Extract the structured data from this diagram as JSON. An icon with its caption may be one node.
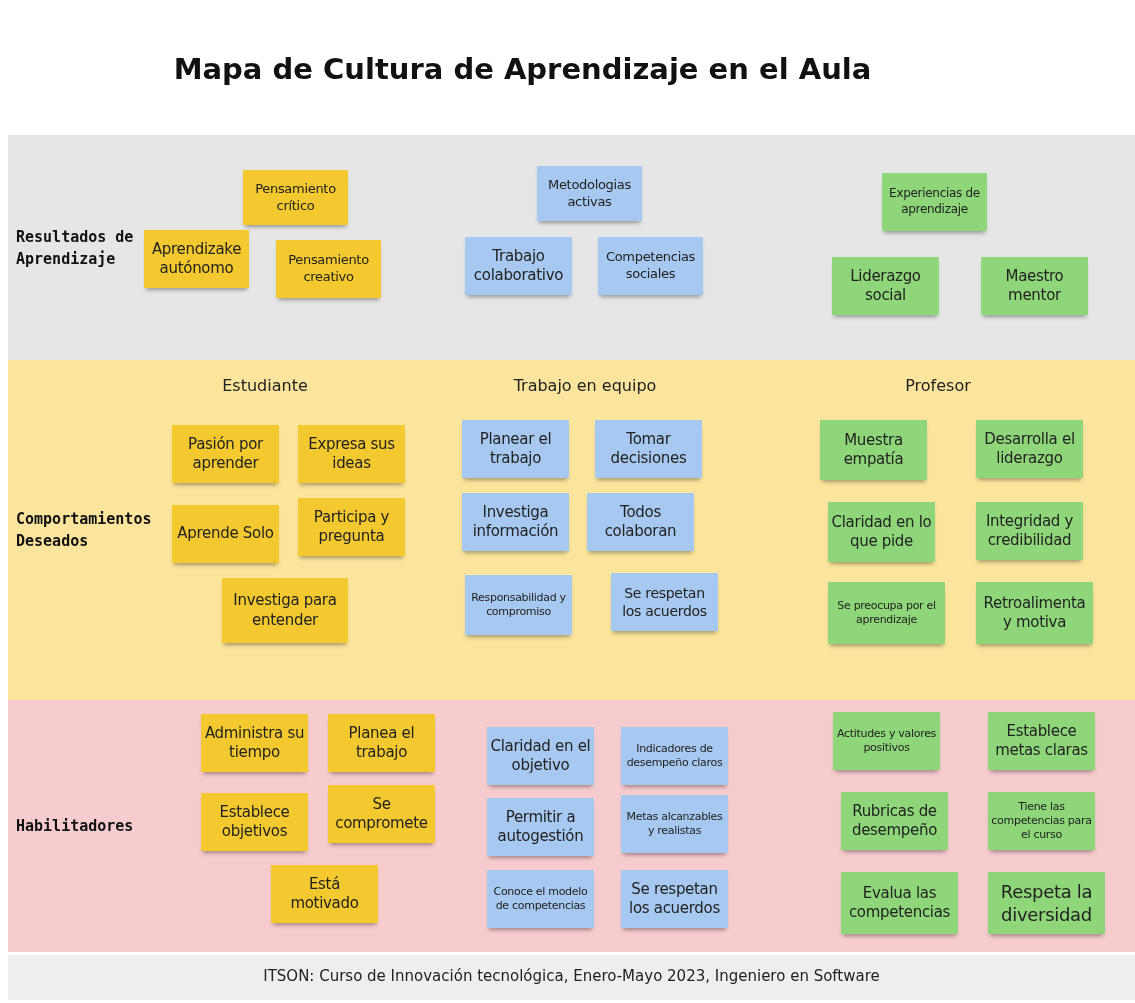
{
  "diagram": {
    "title": "Mapa de Cultura de Aprendizaje en el Aula",
    "caption": "ITSON: Curso de Innovación tecnológica, Enero-Mayo 2023, Ingeniero en Software",
    "nodes": [
      {
        "text": [
          "Resultados de Aprendizaje"
        ]
      },
      {
        "text": [
          "Pensamiento crítico"
        ],
        "in": 0
      },
      {
        "text": [
          "Aprendizake autónomo"
        ],
        "in": 0
      },
      {
        "text": [
          "Pensamiento creativo"
        ],
        "in": 0
      },
      {
        "text": [
          "Metodologias activas"
        ],
        "in": 0
      },
      {
        "text": [
          "Trabajo colaborativo"
        ],
        "in": 0
      },
      {
        "text": [
          "Competencias sociales"
        ],
        "in": 0
      },
      {
        "text": [
          "Experiencias de aprendizaje"
        ],
        "in": 0
      },
      {
        "text": [
          "Liderazgo social"
        ],
        "in": 0
      },
      {
        "text": [
          "Maestro mentor"
        ],
        "in": 0
      },
      {
        "text": [
          "Comportamientos Deseados"
        ]
      },
      {
        "text": [
          "Pasión por aprender"
        ],
        "in": 10
      },
      {
        "text": [
          "Expresa sus ideas"
        ],
        "in": 10
      },
      {
        "text": [
          "Aprende Solo"
        ],
        "in": 10
      },
      {
        "text": [
          "Participa y pregunta"
        ],
        "in": 10
      },
      {
        "text": [
          "Investiga para entender"
        ],
        "in": 10
      },
      {
        "text": [
          "Planear el trabajo"
        ],
        "in": 10
      },
      {
        "text": [
          "Tomar decisiones"
        ],
        "in": 10
      },
      {
        "text": [
          "Investiga información"
        ],
        "in": 10
      },
      {
        "text": [
          "Todos colaboran"
        ],
        "in": 10
      },
      {
        "text": [
          "Responsabilidad y compromiso"
        ],
        "in": 10
      },
      {
        "text": [
          "Se respetan los acuerdos"
        ],
        "in": 10
      },
      {
        "text": [
          "Muestra empatía"
        ],
        "in": 10
      },
      {
        "text": [
          "Desarrolla el liderazgo"
        ],
        "in": 10
      },
      {
        "text": [
          "Claridad en lo que pide"
        ],
        "in": 10
      },
      {
        "text": [
          "Integridad y credibilidad"
        ],
        "in": 10
      },
      {
        "text": [
          "Se preocupa por el aprendizaje"
        ],
        "in": 10
      },
      {
        "text": [
          "Retroalimenta y motiva"
        ],
        "in": 10
      },
      {
        "text": [
          "Habilitadores"
        ]
      },
      {
        "text": [
          "Administra su tiempo"
        ],
        "in": 28
      },
      {
        "text": [
          "Planea el trabajo"
        ],
        "in": 28
      },
      {
        "text": [
          "Establece objetivos"
        ],
        "in": 28
      },
      {
        "text": [
          "Se compromete"
        ],
        "in": 28
      },
      {
        "text": [
          "Está motivado"
        ],
        "in": 28
      },
      {
        "text": [
          "Claridad en el objetivo"
        ],
        "in": 28
      },
      {
        "text": [
          "Indicadores de desempeño claros"
        ],
        "in": 28
      },
      {
        "text": [
          "Permitir a autogestión"
        ],
        "in": 28
      },
      {
        "text": [
          "Metas alcanzables y realistas"
        ],
        "in": 28
      },
      {
        "text": [
          "Conoce el modelo de competencias"
        ],
        "in": 28
      },
      {
        "text": [
          "Se respetan los acuerdos"
        ],
        "in": 28
      },
      {
        "text": [
          "Actitudes y valores positivos"
        ],
        "in": 28
      },
      {
        "text": [
          "Establece metas claras"
        ],
        "in": 28
      },
      {
        "text": [
          "Rubricas de desempeño"
        ],
        "in": 28
      },
      {
        "text": [
          "Tiene las competencias para el curso"
        ],
        "in": 28
      },
      {
        "text": [
          "Evalua las competencias"
        ],
        "in": 28
      },
      {
        "text": [
          "Respeta la diversidad"
        ],
        "in": 28
      }
    ],
    "labels": [
      "Estudiante",
      "Trabajo en equipo",
      "Profesor"
    ]
  }
}
